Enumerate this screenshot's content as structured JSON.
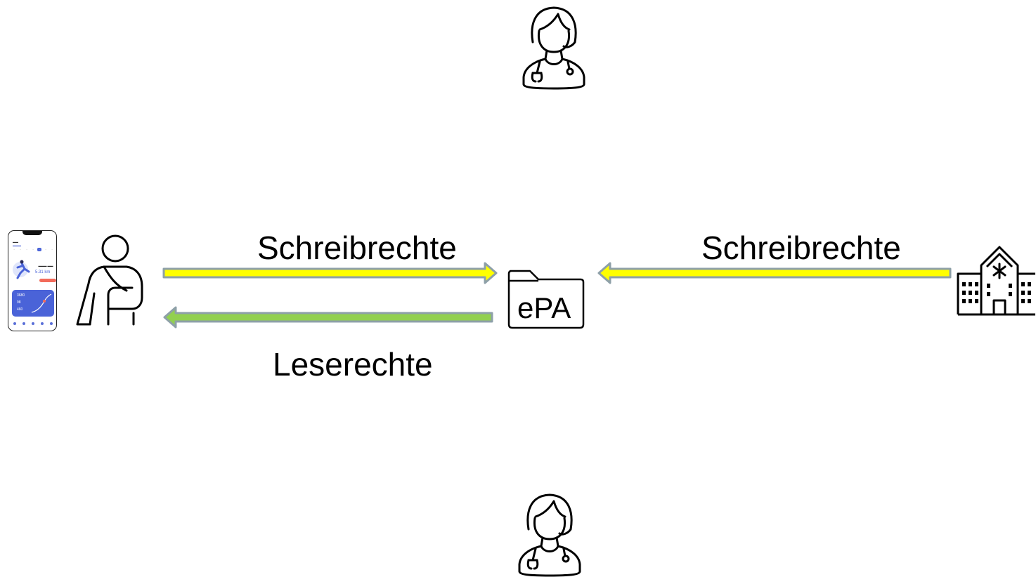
{
  "diagram": {
    "nodes": {
      "patient_app": {
        "stats": [
          "3680",
          "98",
          "460"
        ],
        "km": "5.31 km"
      },
      "epa_folder": {
        "label": "ePA"
      }
    },
    "edges": [
      {
        "label": "Schreibrechte"
      },
      {
        "label": "Schreibrechte"
      },
      {
        "label": "Leserechte"
      }
    ]
  },
  "colors": {
    "write_arrow": "#ffff00",
    "read_arrow": "#92d050",
    "arrow_border": "#8ea0a8",
    "accent_blue": "#4a63d8"
  },
  "icons": [
    "doctor-icon",
    "smartphone-icon",
    "patient-with-sling-icon",
    "folder-icon",
    "hospital-icon"
  ]
}
